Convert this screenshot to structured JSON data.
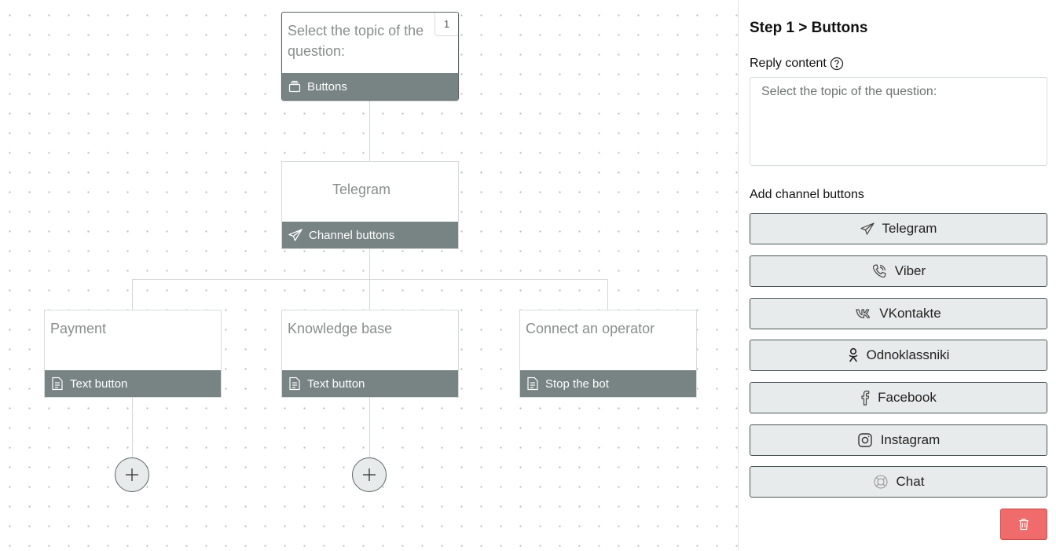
{
  "canvas": {
    "root_node": {
      "text": "Select the topic of the question:",
      "badge": "1",
      "footer_label": "Buttons",
      "footer_icon": "stack-icon"
    },
    "channel_node": {
      "text": "Telegram",
      "footer_label": "Channel buttons",
      "footer_icon": "paper-plane-icon"
    },
    "child_nodes": [
      {
        "text": "Payment",
        "footer_label": "Text button",
        "footer_icon": "document-icon"
      },
      {
        "text": "Knowledge base",
        "footer_label": "Text button",
        "footer_icon": "document-icon"
      },
      {
        "text": "Connect an operator",
        "footer_label": "Stop the bot",
        "footer_icon": "document-icon"
      }
    ],
    "add_buttons_count": 2
  },
  "panel": {
    "title": "Step 1 > Buttons",
    "reply_content_label": "Reply content",
    "reply_content_placeholder": "Select the topic of the question:",
    "add_channel_buttons_label": "Add channel buttons",
    "channels": [
      {
        "label": "Telegram",
        "icon": "paper-plane-icon"
      },
      {
        "label": "Viber",
        "icon": "phone-icon"
      },
      {
        "label": "VKontakte",
        "icon": "vk-icon"
      },
      {
        "label": "Odnoklassniki",
        "icon": "odnoklassniki-icon"
      },
      {
        "label": "Facebook",
        "icon": "facebook-icon"
      },
      {
        "label": "Instagram",
        "icon": "instagram-icon"
      },
      {
        "label": "Chat",
        "icon": "chat-icon"
      }
    ],
    "delete_icon": "trash-icon"
  },
  "colors": {
    "node_footer": "#788383",
    "button_bg": "#e8ebeb",
    "button_border": "#4c5656",
    "delete_bg": "#f06b6b"
  }
}
